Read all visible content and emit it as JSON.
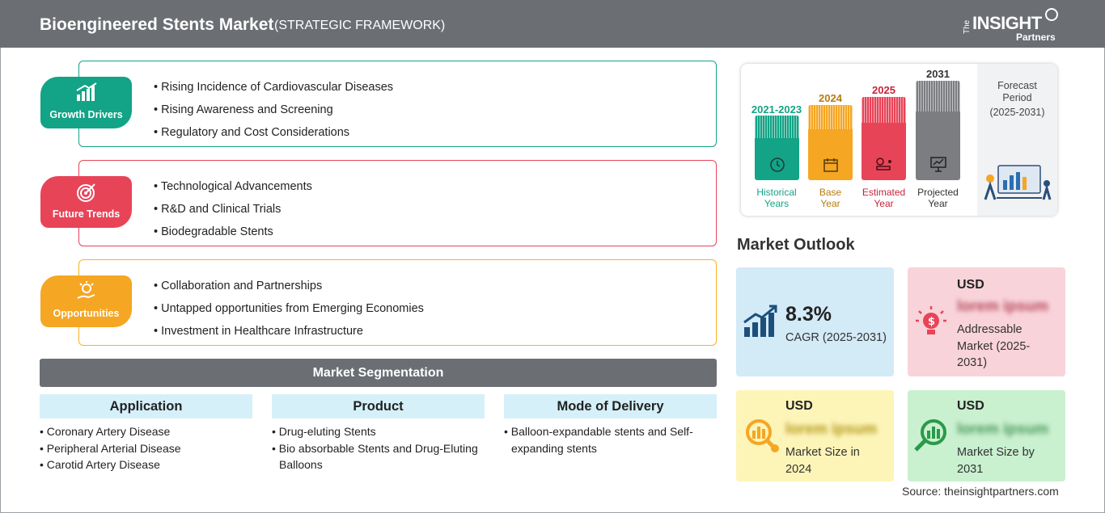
{
  "header": {
    "title": "Bioengineered Stents Market",
    "subtitle": "(STRATEGIC FRAMEWORK)",
    "logo_the": "The",
    "logo_insight": "INSIGHT",
    "logo_partners": "Partners"
  },
  "framework": {
    "growth_drivers": {
      "label": "Growth Drivers",
      "color": "#13a386",
      "items": [
        "Rising Incidence of Cardiovascular Diseases",
        "Rising Awareness and Screening",
        "Regulatory and Cost Considerations"
      ]
    },
    "future_trends": {
      "label": "Future Trends",
      "color": "#e84458",
      "items": [
        "Technological Advancements",
        "R&D and Clinical Trials",
        "Biodegradable Stents"
      ]
    },
    "opportunities": {
      "label": "Opportunities",
      "color": "#f5a623",
      "items": [
        "Collaboration and Partnerships",
        "Untapped opportunities from Emerging Economies",
        "Investment in Healthcare Infrastructure"
      ]
    }
  },
  "segmentation": {
    "title": "Market Segmentation",
    "columns": [
      {
        "title": "Application",
        "items": [
          "Coronary Artery Disease",
          "Peripheral Arterial Disease",
          "Carotid Artery Disease"
        ]
      },
      {
        "title": "Product",
        "items": [
          "Drug-eluting Stents",
          "Bio absorbable Stents and Drug-Eluting Balloons"
        ]
      },
      {
        "title": "Mode of Delivery",
        "items": [
          "Balloon-expandable stents and Self-expanding stents"
        ]
      }
    ]
  },
  "timeline": {
    "historical": {
      "year": "2021-2023",
      "label1": "Historical",
      "label2": "Years",
      "color": "#13a386"
    },
    "base": {
      "year": "2024",
      "label1": "Base",
      "label2": "Year",
      "color": "#f5a623"
    },
    "estimated": {
      "year": "2025",
      "label1": "Estimated",
      "label2": "Year",
      "color": "#e84458"
    },
    "projected": {
      "year": "2031",
      "label1": "Projected",
      "label2": "Year",
      "color": "#7b7d80"
    },
    "forecast": {
      "line1": "Forecast",
      "line2": "Period",
      "line3": "(2025-2031)"
    }
  },
  "outlook": {
    "title": "Market Outlook",
    "cagr": {
      "value": "8.3%",
      "label": "CAGR (2025-2031)",
      "bg": "#d3eaf7"
    },
    "addressable": {
      "currency": "USD",
      "value": "lorem ipsum",
      "label": "Addressable Market (2025-2031)",
      "bg": "#f9d3da"
    },
    "size_2024": {
      "currency": "USD",
      "value": "lorem ipsum",
      "label": "Market Size in 2024",
      "bg": "#fdf4b8"
    },
    "size_2031": {
      "currency": "USD",
      "value": "lorem ipsum",
      "label": "Market Size by 2031",
      "bg": "#c9f0cf"
    }
  },
  "source": "Source: theinsightpartners.com"
}
